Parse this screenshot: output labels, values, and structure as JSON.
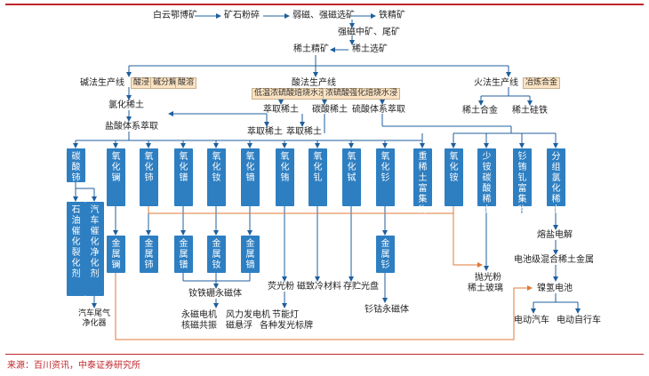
{
  "flow": {
    "baiyun": "白云鄂博矿",
    "crush": "矿石粉碎",
    "magnetic": "弱磁、强磁选矿",
    "iron": "铁精矿",
    "tailing": "强磁中矿、尾矿",
    "reflot": "稀土选矿",
    "concentrate": "稀土精矿"
  },
  "lines": {
    "alkali": "碱法生产线",
    "alkali_tags": [
      "酸浸",
      "碱分解",
      "酸溶"
    ],
    "acid": "酸法生产线",
    "acid_tags": [
      "低温浓硫酸焙烧水浸",
      "浓硫酸强化焙烧水浸"
    ],
    "fire": "火法生产线",
    "fire_tags": [
      "冶炼合金"
    ]
  },
  "middle": {
    "chloride": "氯化稀土",
    "hcl_extract": "盐酸体系萃取",
    "extract1": "萃取稀土",
    "carbonate_re": "碳酸稀土",
    "sulfate_extract": "硫酸体系萃取",
    "extract2": "萃取稀土",
    "extract3": "萃取稀土",
    "alloy": "稀土合金",
    "silicon_fe": "稀土硅铁"
  },
  "products": [
    "碳酸铈",
    "氧化镧",
    "氧化铈",
    "氧化镨",
    "氧化钕",
    "氧化镝",
    "氧化铕",
    "氧化钆",
    "氧化铽",
    "氧化钐",
    "重稀土富集物",
    "氧化铵",
    "少铵碳酸稀土",
    "钐铕钆富集物",
    "分组氯化稀土"
  ],
  "catalysts": [
    "石油催化裂化剂",
    "汽车催化净化剂"
  ],
  "metals": [
    "金属镧",
    "金属铈",
    "金属镨",
    "金属钕",
    "金属镝",
    "金属钐"
  ],
  "apps": {
    "exhaust": "汽车尾气\n净化器",
    "ndfeb": "钕铁硼永磁体",
    "motor": "永磁电机　风力发电机",
    "resonance": "核磁共振　磁悬浮",
    "phosphor": "荧光粉",
    "lamp": "节能灯",
    "lamp2": "各种发光标牌",
    "magcool": "磁致冷材料",
    "optical": "存贮光盘",
    "smco": "钐钴永磁体",
    "polish": "抛光粉",
    "glass": "稀土玻璃",
    "molten": "熔盐电解",
    "mixmetal": "电池级混合稀土金属",
    "nimh": "镍氢电池",
    "ev": "电动汽车",
    "ebike": "电动自行车"
  },
  "source": "来源：百川资讯，中泰证券研究所",
  "colors": {
    "box": "#2e7fc2",
    "tag": "#fbe2c2",
    "accent": "#c0262c",
    "arrow": "#1f5f9c",
    "orange": "#e0783a"
  }
}
